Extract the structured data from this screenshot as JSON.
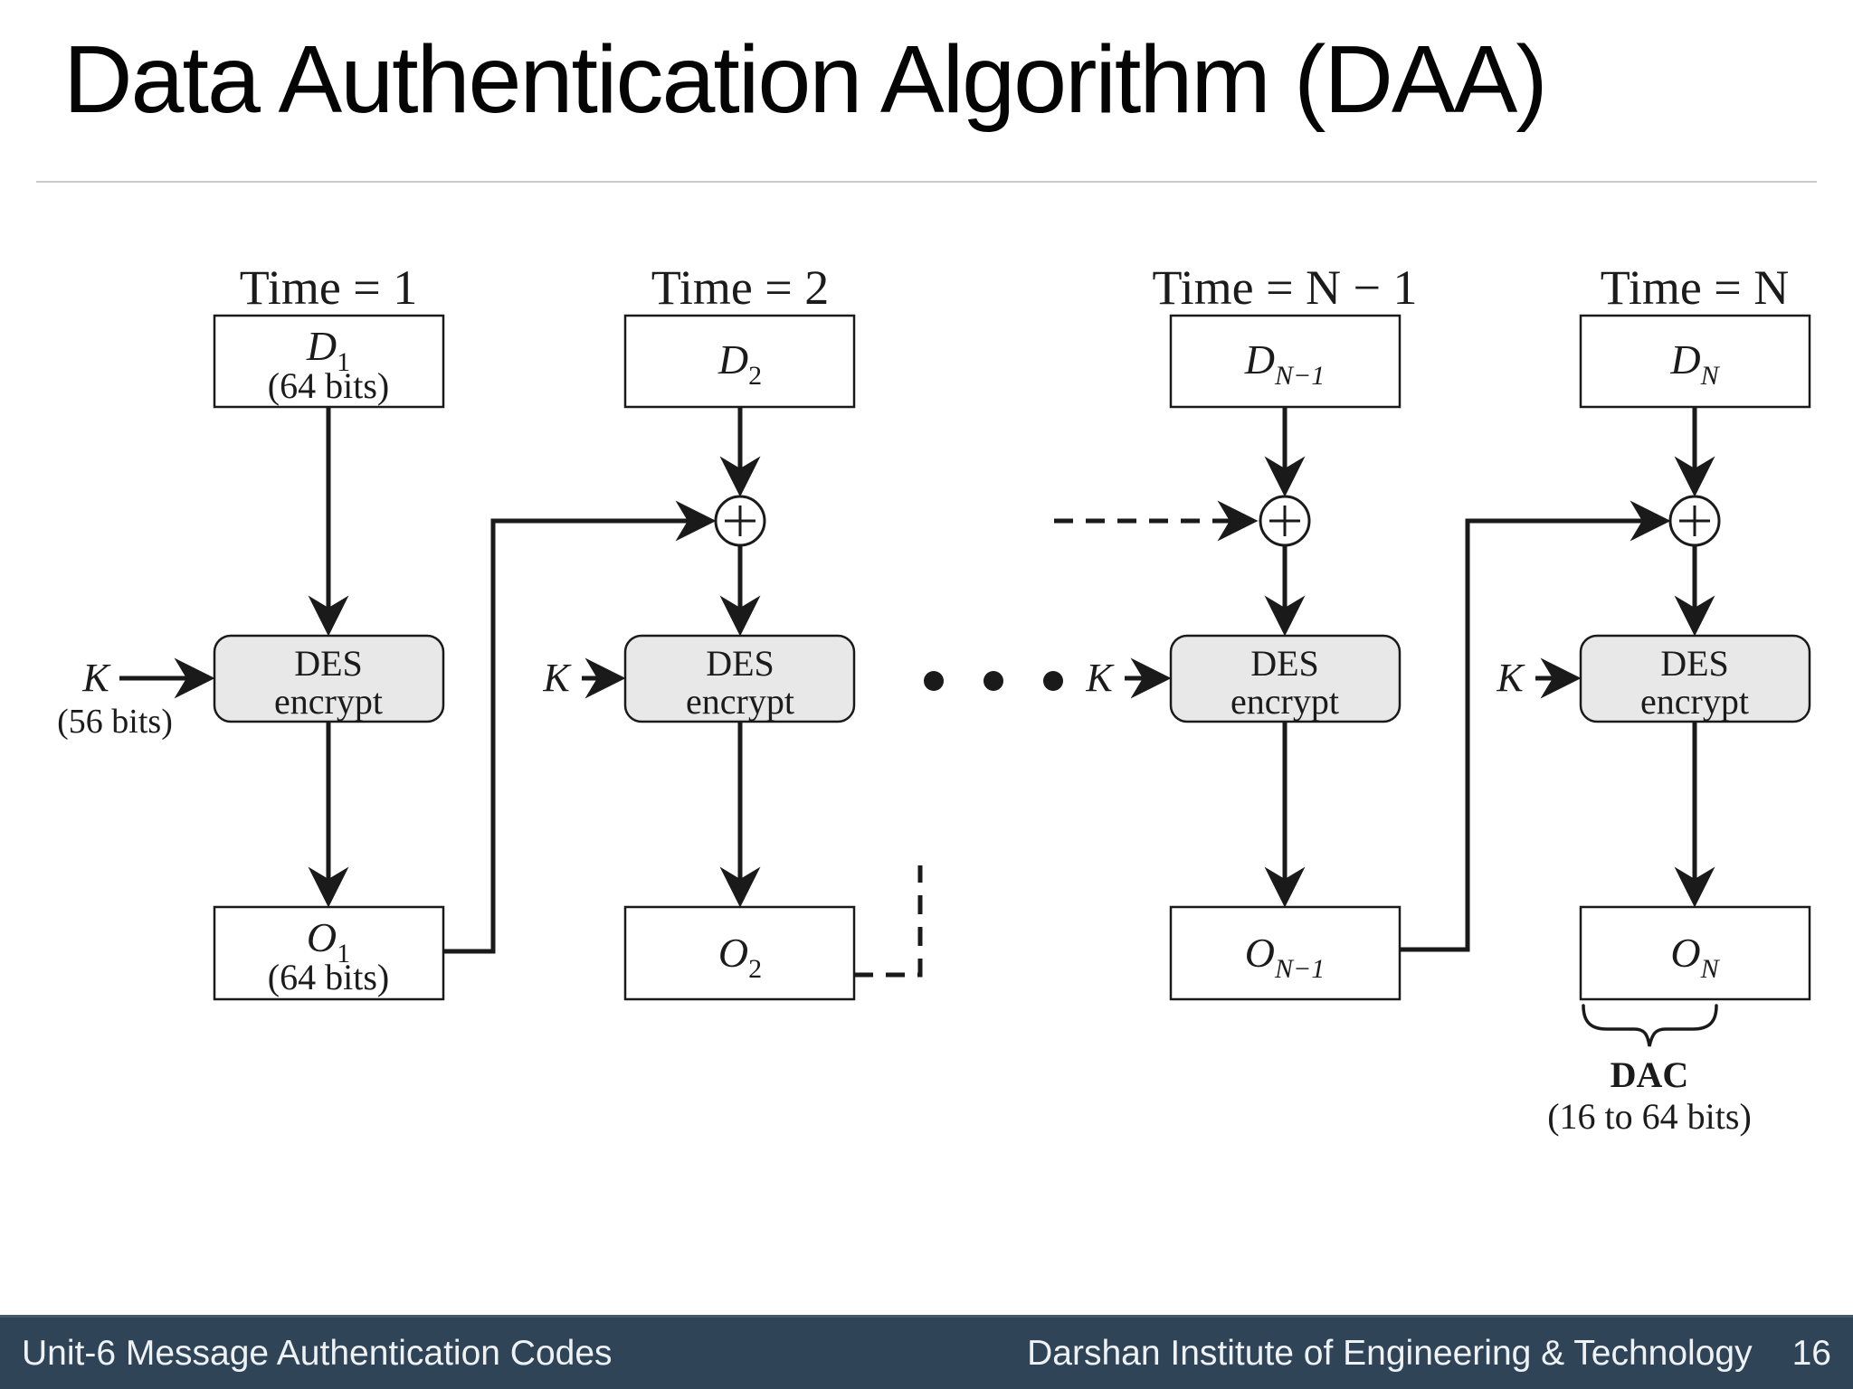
{
  "slide": {
    "title": "Data Authentication Algorithm (DAA)"
  },
  "colors": {
    "footer_bar": "#2f4457",
    "des_box_fill": "#e8e8e8",
    "diagram_line": "#1a1a1a"
  },
  "diagram": {
    "columns": [
      {
        "time": "Time = 1",
        "d": {
          "base": "D",
          "sub": "1",
          "note": "(64 bits)"
        },
        "k": "K",
        "k_note": "(56 bits)",
        "des": {
          "line1": "DES",
          "line2": "encrypt"
        },
        "o": {
          "base": "O",
          "sub": "1",
          "note": "(64 bits)"
        }
      },
      {
        "time": "Time = 2",
        "d": {
          "base": "D",
          "sub": "2"
        },
        "k": "K",
        "des": {
          "line1": "DES",
          "line2": "encrypt"
        },
        "o": {
          "base": "O",
          "sub": "2"
        }
      },
      {
        "time": "Time = N − 1",
        "d": {
          "base": "D",
          "sub": "N−1"
        },
        "k": "K",
        "des": {
          "line1": "DES",
          "line2": "encrypt"
        },
        "o": {
          "base": "O",
          "sub": "N−1"
        }
      },
      {
        "time": "Time = N",
        "d": {
          "base": "D",
          "sub": "N"
        },
        "k": "K",
        "des": {
          "line1": "DES",
          "line2": "encrypt"
        },
        "o": {
          "base": "O",
          "sub": "N"
        }
      }
    ],
    "dac": {
      "label": "DAC",
      "note": "(16 to 64 bits)"
    }
  },
  "footer": {
    "left": "Unit-6  Message Authentication Codes",
    "right": "Darshan Institute of Engineering & Technology",
    "page": "16"
  }
}
